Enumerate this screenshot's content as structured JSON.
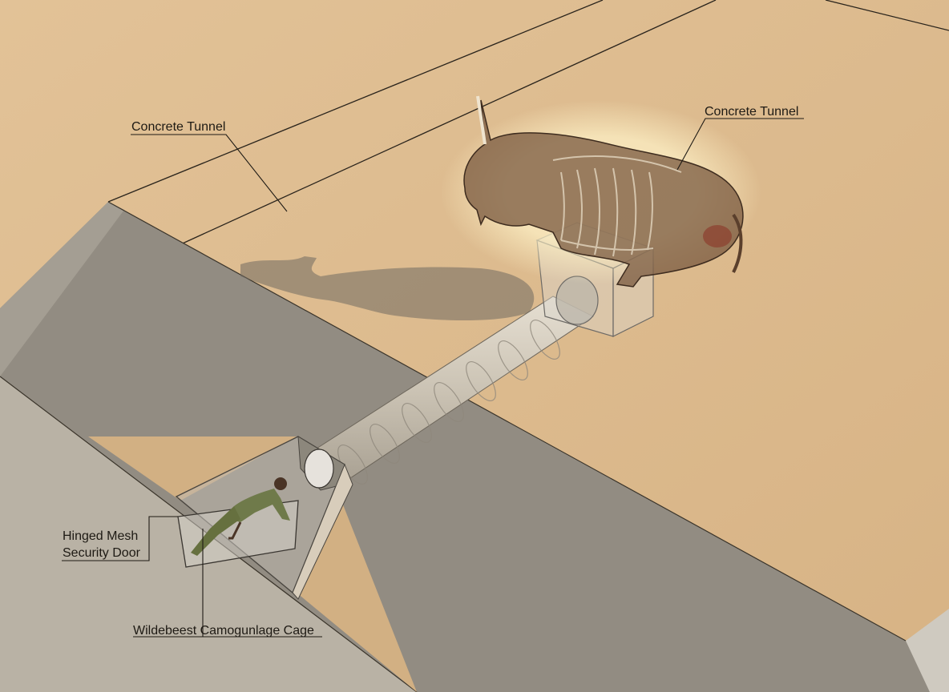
{
  "labels": {
    "tunnel_label_left": "Concrete Tunnel",
    "tunnel_label_right": "Concrete Tunnel",
    "door_label_line1": "Hinged Mesh",
    "door_label_line2": "Security Door",
    "cage_label": "Wildebeest Camogunlage Cage"
  },
  "colors": {
    "sand": "#dcb88c",
    "sand_light": "#e6c79c",
    "trench_wall": "#9c968a",
    "trench_floor": "#8f8a80",
    "tunnel": "#c9c1b2",
    "wildebeest": "#7a5a40",
    "person": "#6f7a4a"
  },
  "icons": {
    "wildebeest": "wildebeest-skeleton-icon",
    "person": "crawling-person-icon"
  }
}
